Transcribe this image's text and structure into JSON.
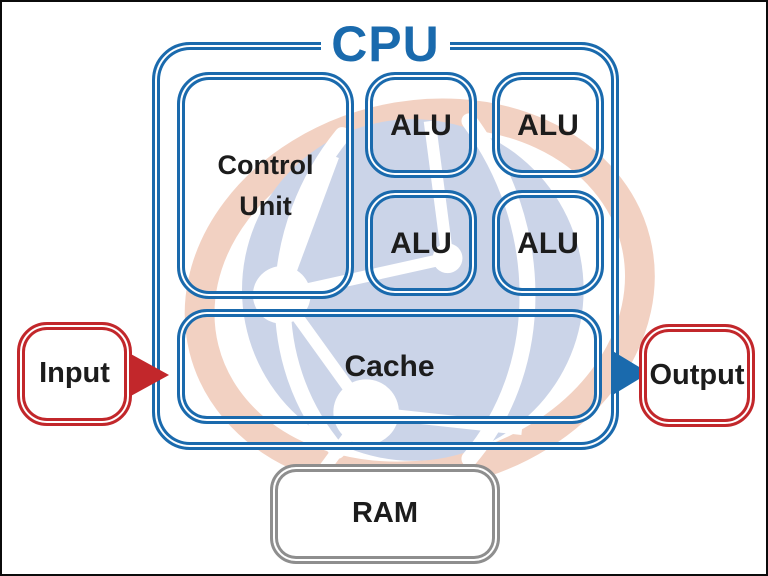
{
  "title": {
    "label": "CPU"
  },
  "components": {
    "control_unit": {
      "label": "Control Unit"
    },
    "alus": [
      {
        "label": "ALU"
      },
      {
        "label": "ALU"
      },
      {
        "label": "ALU"
      },
      {
        "label": "ALU"
      }
    ],
    "cache": {
      "label": "Cache"
    },
    "input": {
      "label": "Input"
    },
    "output": {
      "label": "Output"
    },
    "ram": {
      "label": "RAM"
    }
  },
  "colors": {
    "cpu_blue": "#1a6aad",
    "io_red": "#c2272b",
    "ram_gray": "#8e8e8e",
    "label_black": "#1c1c1c",
    "watermark_globe": "#cbd4e8",
    "watermark_ring": "#f2d1c2",
    "watermark_network": "#ffffff"
  }
}
